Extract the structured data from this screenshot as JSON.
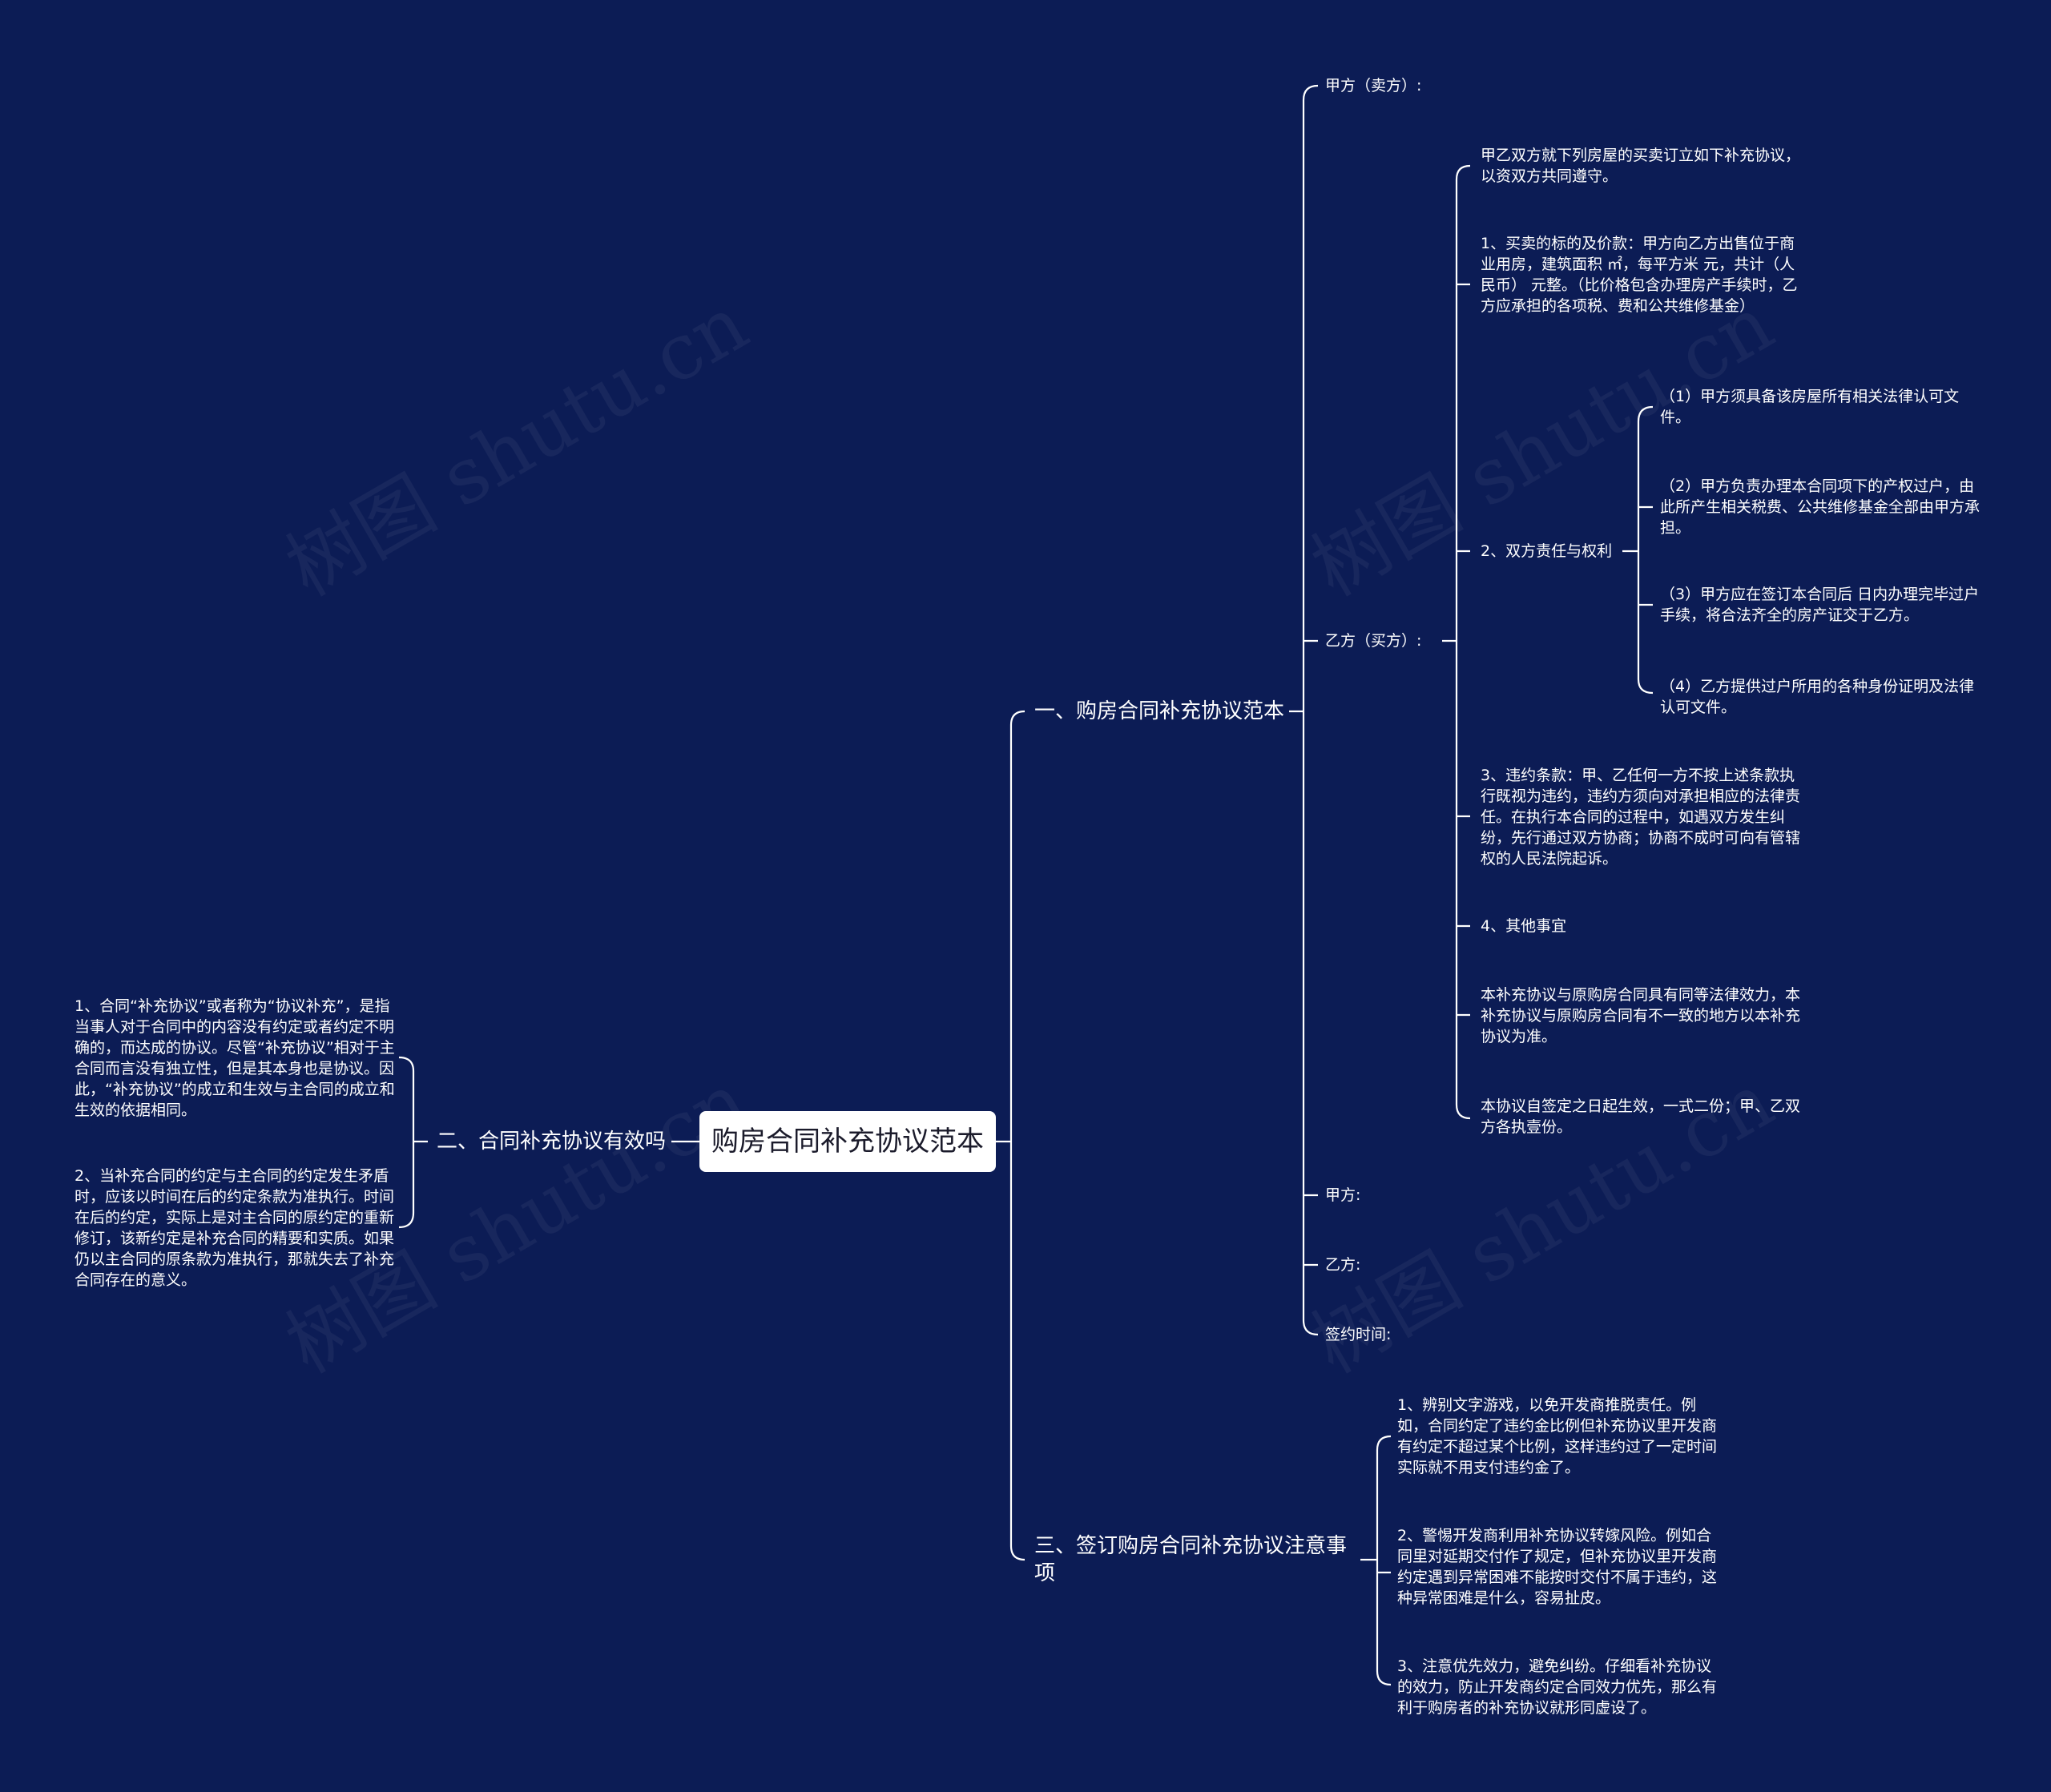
{
  "root": {
    "label": "购房合同补充协议范本"
  },
  "watermark": "树图 shutu.cn",
  "branches": {
    "b1": {
      "label": "一、购房合同补充协议范本",
      "jiafang": "甲方（卖方）:",
      "yifang": "乙方（买方）:",
      "yifang_items": [
        "甲乙双方就下列房屋的买卖订立如下补充协议，以资双方共同遵守。",
        "1、买卖的标的及价款：甲方向乙方出售位于商业用房，建筑面积 ㎡，每平方米 元，共计（人民币） 元整。（比价格包含办理房产手续时，乙方应承担的各项税、费和公共维修基金）",
        "2、双方责任与权利",
        "3、违约条款：甲、乙任何一方不按上述条款执行既视为违约，违约方须向对承担相应的法律责任。在执行本合同的过程中，如遇双方发生纠纷，先行通过双方协商；协商不成时可向有管辖权的人民法院起诉。",
        "4、其他事宜",
        "本补充协议与原购房合同具有同等法律效力，本补充协议与原购房合同有不一致的地方以本补充协议为准。",
        "本协议自签定之日起生效，一式二份；甲、乙双方各执壹份。"
      ],
      "rights": [
        "（1）甲方须具备该房屋所有相关法律认可文件。",
        "（2）甲方负责办理本合同项下的产权过户，由此所产生相关税费、公共维修基金全部由甲方承担。",
        "（3）甲方应在签订本合同后 日内办理完毕过户手续，将合法齐全的房产证交于乙方。",
        "（4）乙方提供过户所用的各种身份证明及法律认可文件。"
      ],
      "sign_jia": "甲方:",
      "sign_yi": "乙方:",
      "sign_time": "签约时间:"
    },
    "b2": {
      "label": "二、合同补充协议有效吗",
      "items": [
        "1、合同“补充协议”或者称为“协议补充”，是指当事人对于合同中的内容没有约定或者约定不明确的，而达成的协议。尽管“补充协议”相对于主合同而言没有独立性，但是其本身也是协议。因此，“补充协议”的成立和生效与主合同的成立和生效的依据相同。",
        "2、当补充合同的约定与主合同的约定发生矛盾时，应该以时间在后的约定条款为准执行。时间在后的约定，实际上是对主合同的原约定的重新修订，该新约定是补充合同的精要和实质。如果仍以主合同的原条款为准执行，那就失去了补充合同存在的意义。"
      ]
    },
    "b3": {
      "label": "三、签订购房合同补充协议注意事项",
      "items": [
        "1、辨别文字游戏，以免开发商推脱责任。例如，合同约定了违约金比例但补充协议里开发商有约定不超过某个比例，这样违约过了一定时间实际就不用支付违约金了。",
        "2、警惕开发商利用补充协议转嫁风险。例如合同里对延期交付作了规定，但补充协议里开发商约定遇到异常困难不能按时交付不属于违约，这种异常困难是什么，容易扯皮。",
        "3、注意优先效力，避免纠纷。仔细看补充协议的效力，防止开发商约定合同效力优先，那么有利于购房者的补充协议就形同虚设了。"
      ]
    }
  },
  "colors": {
    "background": "#0c1c55",
    "line": "#ffffff",
    "root_fill": "#ffffff",
    "root_text": "#1b1b2b"
  }
}
